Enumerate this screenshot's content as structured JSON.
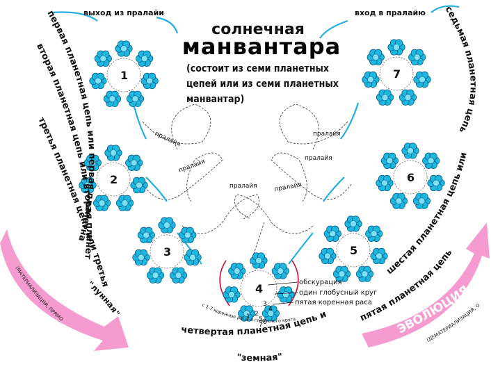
{
  "title": {
    "line1": "солнечная",
    "line2": "манвантара",
    "sub": "(состоит из семи планетных цепей или из семи планетных манвантар)"
  },
  "labels": {
    "exit": "выход из пралайи",
    "entry": "вход в пралайю",
    "pralaya": "пралайя",
    "obscuration": "обскурация",
    "globe_round": "один глобусный круг",
    "root_race": "пятая коренная раса",
    "races_note": "с 1-7 коренные расы 4 глобусного круга"
  },
  "evolution": {
    "word": "ЭВОЛЮЦИЯ",
    "left_note": "(МАТЕРИАЛИЗАЦИЯ, ПРЯМОЕ РАЗВИТИЕ)",
    "right_note": "(ДЕМАТЕРИАЛИЗАЦИЯ, ОБРАТНОЕ РАЗВИТИЕ)"
  },
  "chains": [
    {
      "number": "1",
      "text": "первая планетная цепь или первая планетная манвантара"
    },
    {
      "number": "2",
      "text": "вторая планетная цепь или вторая планетная манвантара"
    },
    {
      "number": "3",
      "text": "третья планетная цепь или третья планетная манвантара",
      "nickname": "\"лунная\""
    },
    {
      "number": "4",
      "text": "четвертая планетная цепь или четвертая планетная манвантара",
      "nickname": "\"земная\""
    },
    {
      "number": "5",
      "text": "пятая планетная цепь или пятая планетная манвантара"
    },
    {
      "number": "6",
      "text": "шестая планетная цепь или шестая планетная манвантара"
    },
    {
      "number": "7",
      "text": "седьмая планетная цепь или седьмая планетная манвантара"
    }
  ],
  "race_digits": [
    "1",
    "2",
    "3",
    "4",
    "5",
    "6",
    "7"
  ],
  "colors": {
    "globe": "#1cb8e0",
    "globe_dark": "#0b5e8c",
    "arrow": "#22aee0",
    "evolution": "#f59bd0",
    "evolution_text": "#ffffff",
    "red_arrow": "#c8102e"
  }
}
